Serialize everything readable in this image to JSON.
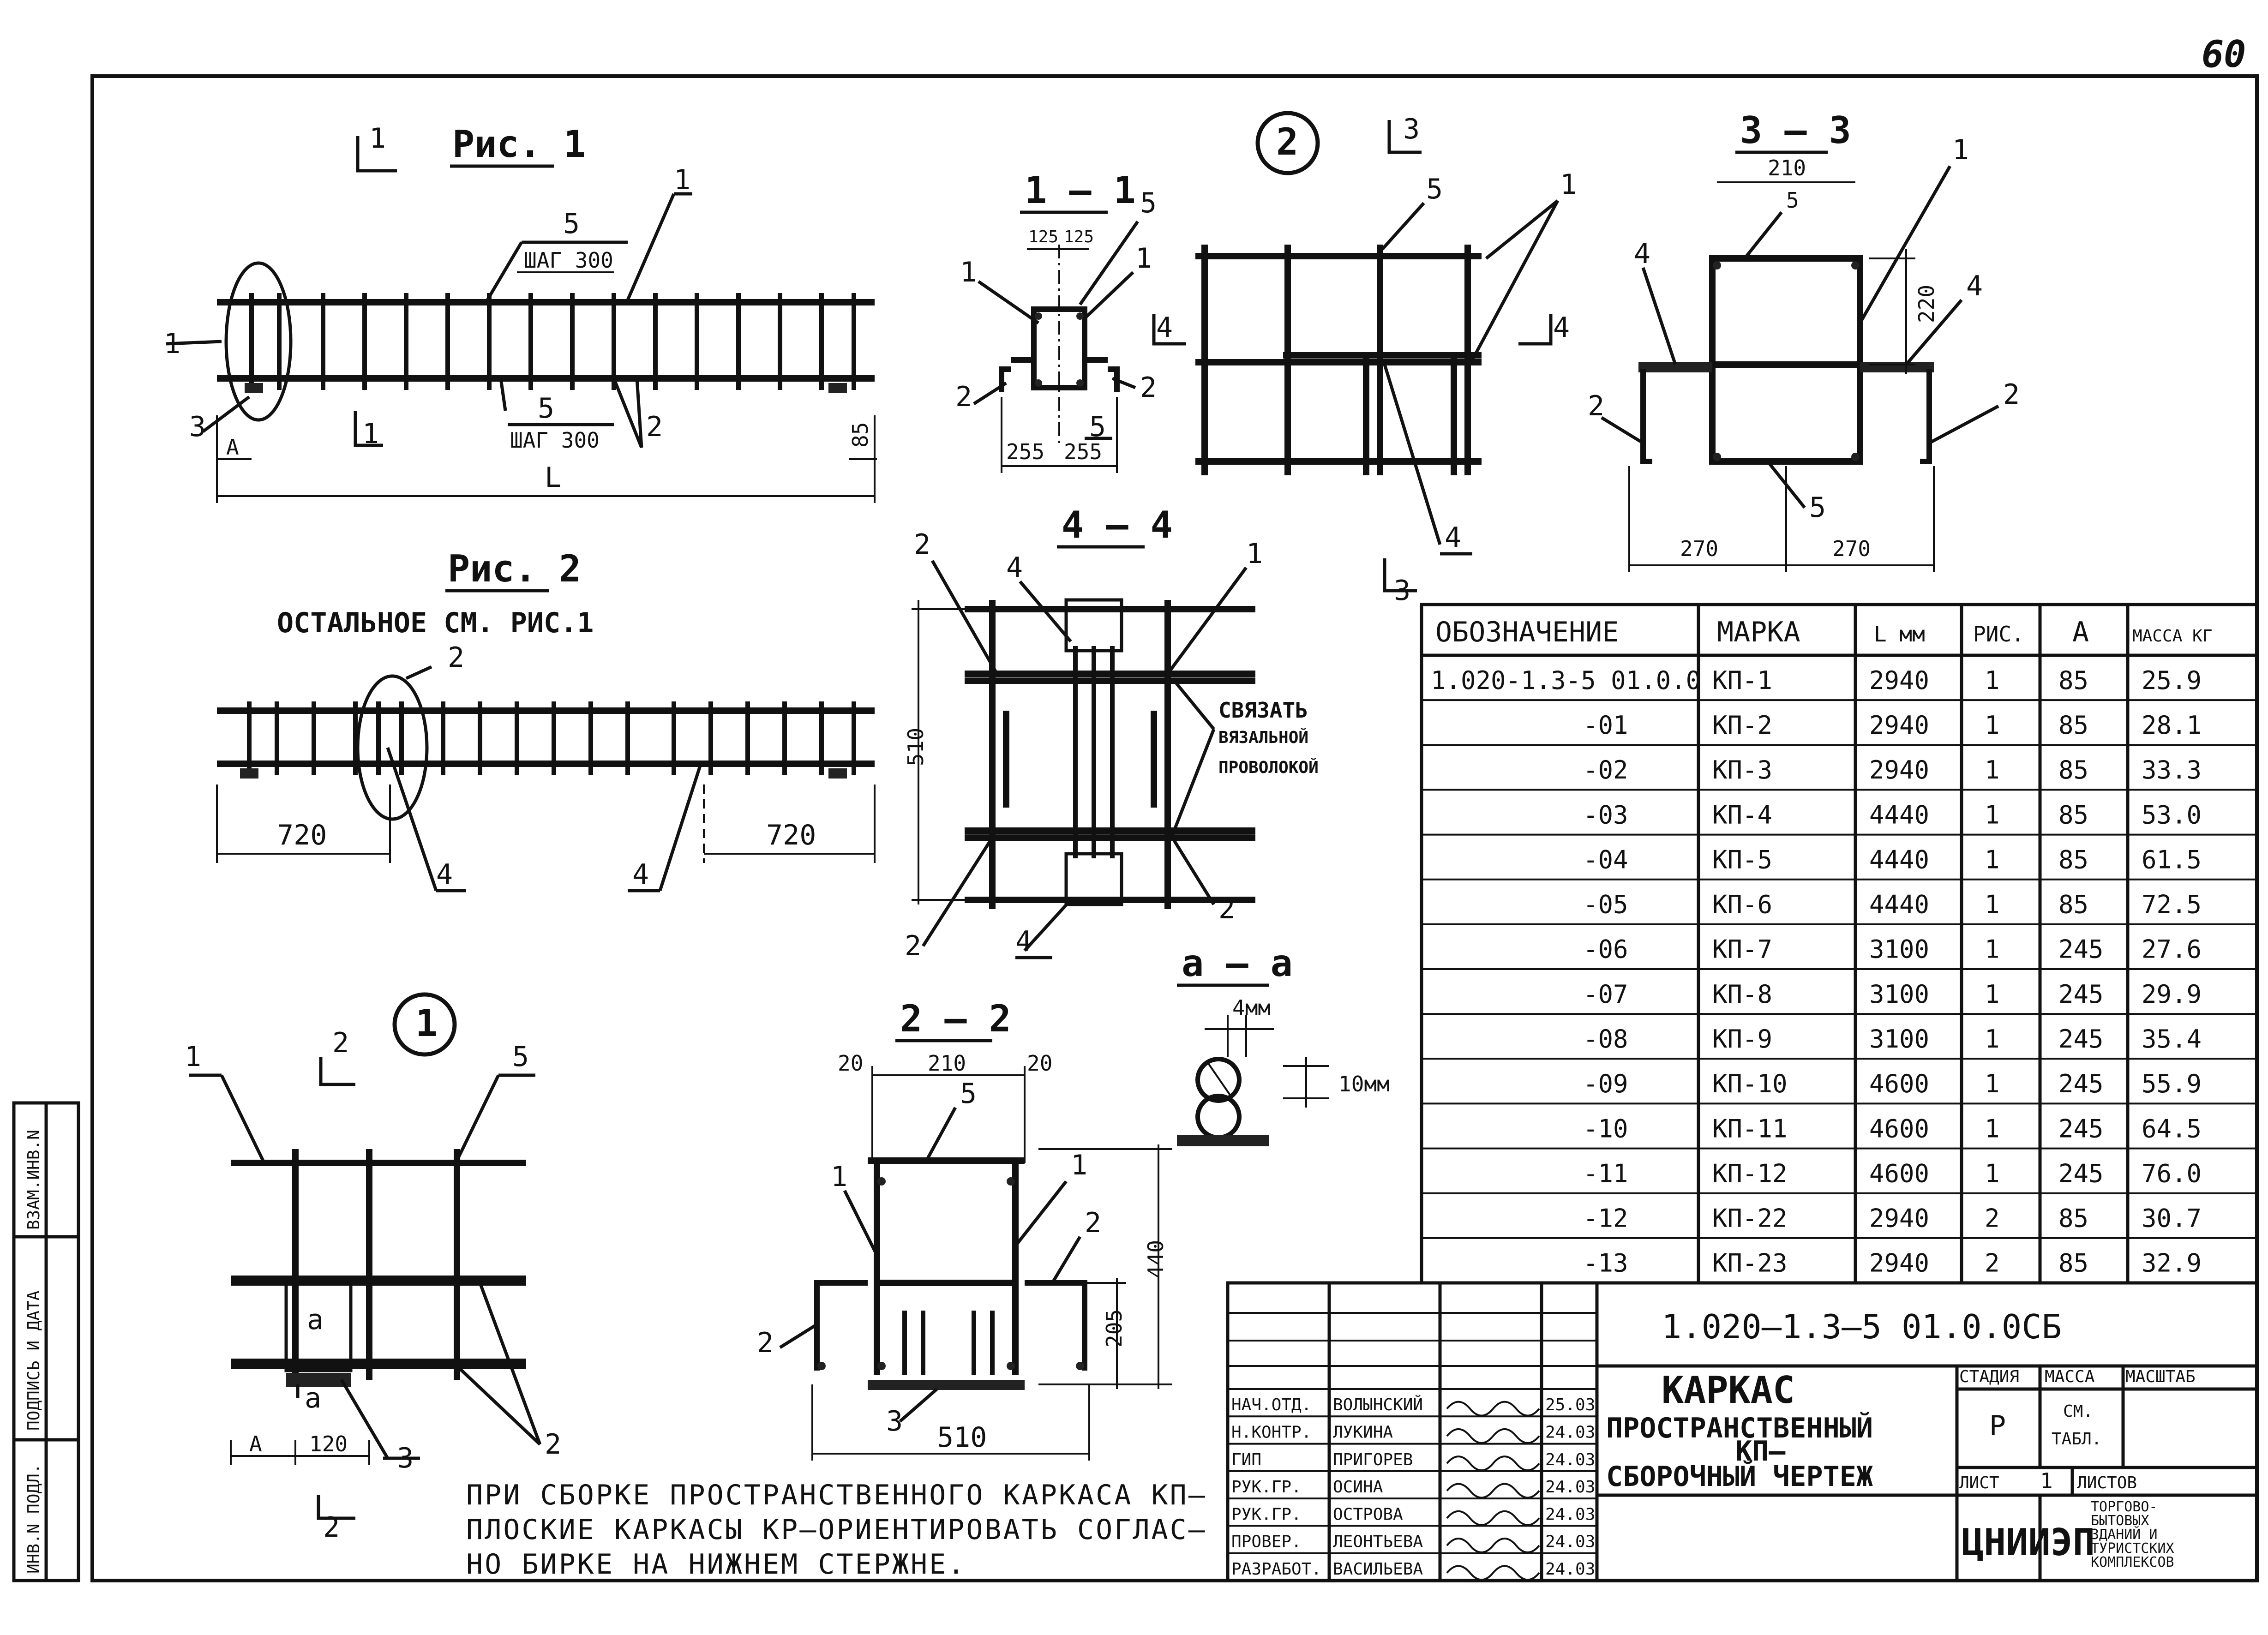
{
  "sheet_number": "60",
  "views": {
    "fig1": {
      "title": "Рис. 1",
      "label_5a": "5",
      "step_a": "ШАГ 300",
      "label_5b": "5",
      "step_b": "ШАГ 300",
      "label_1a": "1",
      "label_1b": "1",
      "label_2": "2",
      "label_3": "3",
      "dim_A": "A",
      "dim_85": "85",
      "dim_L": "L",
      "sec_mark": "1"
    },
    "fig2": {
      "title": "Рис. 2",
      "note": "ОСТАЛЬНОЕ   СМ.   РИС.1",
      "label_2": "2",
      "label_4a": "4",
      "label_4b": "4",
      "dim_720a": "720",
      "dim_720b": "720"
    },
    "sec11": {
      "title": "1 — 1",
      "d125a": "125",
      "d125b": "125",
      "d255a": "255",
      "d255b": "255",
      "l5a": "5",
      "l5b": "5",
      "l1a": "1",
      "l1b": "1",
      "l2a": "2",
      "l2b": "2"
    },
    "node2": {
      "circle": "2",
      "sec_mark": "3",
      "sec_mark4": "4",
      "sec_mark4b": "4",
      "sec_mark3b": "3",
      "l5": "5",
      "l1": "1",
      "l4": "4"
    },
    "sec33": {
      "title": "3 — 3",
      "d210": "210",
      "d220": "220",
      "d270a": "270",
      "d270b": "270",
      "l1": "1",
      "l5a": "5",
      "l5b": "5",
      "l4a": "4",
      "l4b": "4",
      "l2a": "2",
      "l2b": "2"
    },
    "sec44": {
      "title": "4 — 4",
      "d510": "510",
      "tie_note": [
        "СВЯЗАТЬ",
        "ВЯЗАЛЬНОЙ",
        "ПРОВОЛОКОЙ"
      ],
      "l2a": "2",
      "l2b": "2",
      "l2c": "2",
      "l4a": "4",
      "l4b": "4",
      "l1": "1"
    },
    "node1": {
      "circle": "1",
      "sec_mark": "2",
      "sec_mark_b": "2",
      "l1": "1",
      "l5": "5",
      "l3": "3",
      "l2": "2",
      "mark_a": "a",
      "dim_A": "A",
      "dim_120": "120"
    },
    "sec22": {
      "title": "2 — 2",
      "d20a": "20",
      "d210": "210",
      "d20b": "20",
      "d440": "440",
      "d205": "205",
      "d510": "510",
      "l5": "5",
      "l1a": "1",
      "l1b": "1",
      "l2a": "2",
      "l2b": "2",
      "l3": "3"
    },
    "secaa": {
      "title": "a — a",
      "d4": "4мм",
      "d10": "10мм"
    }
  },
  "assembly_note": [
    "ПРИ СБОРКЕ ПРОСТРАНСТВЕННОГО КАРКАСА КП–",
    "ПЛОСКИЕ КАРКАСЫ КР–ОРИЕНТИРОВАТЬ СОГЛАС–",
    "НО БИРКЕ НА НИЖНЕМ СТЕРЖНЕ."
  ],
  "spec_table": {
    "headers": [
      "ОБОЗНАЧЕНИЕ",
      "МАРКА",
      "L мм",
      "РИС.",
      "A",
      "МАССА КГ"
    ],
    "rows": [
      [
        "1.020-1.3-5 01.0.0",
        "КП-1",
        "2940",
        "1",
        "85",
        "25.9"
      ],
      [
        "-01",
        "КП-2",
        "2940",
        "1",
        "85",
        "28.1"
      ],
      [
        "-02",
        "КП-3",
        "2940",
        "1",
        "85",
        "33.3"
      ],
      [
        "-03",
        "КП-4",
        "4440",
        "1",
        "85",
        "53.0"
      ],
      [
        "-04",
        "КП-5",
        "4440",
        "1",
        "85",
        "61.5"
      ],
      [
        "-05",
        "КП-6",
        "4440",
        "1",
        "85",
        "72.5"
      ],
      [
        "-06",
        "КП-7",
        "3100",
        "1",
        "245",
        "27.6"
      ],
      [
        "-07",
        "КП-8",
        "3100",
        "1",
        "245",
        "29.9"
      ],
      [
        "-08",
        "КП-9",
        "3100",
        "1",
        "245",
        "35.4"
      ],
      [
        "-09",
        "КП-10",
        "4600",
        "1",
        "245",
        "55.9"
      ],
      [
        "-10",
        "КП-11",
        "4600",
        "1",
        "245",
        "64.5"
      ],
      [
        "-11",
        "КП-12",
        "4600",
        "1",
        "245",
        "76.0"
      ],
      [
        "-12",
        "КП-22",
        "2940",
        "2",
        "85",
        "30.7"
      ],
      [
        "-13",
        "КП-23",
        "2940",
        "2",
        "85",
        "32.9"
      ]
    ]
  },
  "title_block": {
    "code": "1.020–1.3–5 01.0.0СБ",
    "name": [
      "КАРКАС",
      "ПРОСТРАНСТВЕННЫЙ",
      "КП–",
      "СБОРОЧНЫЙ ЧЕРТЕЖ"
    ],
    "stage_header": "СТАДИЯ",
    "mass_header": "МАССА",
    "scale_header": "МАСШТАБ",
    "stage": "Р",
    "mass": [
      "СМ.",
      "ТАБЛ."
    ],
    "sheet_label": "ЛИСТ",
    "sheet_no": "1",
    "sheets_label": "ЛИСТОВ",
    "org": "ЦНИИЭП",
    "org_desc": [
      "ТОРГОВО-",
      "БЫТОВЫХ",
      "ЗДАНИЙ И",
      "ТУРИСТСКИХ",
      "КОМПЛЕКСОВ"
    ],
    "staff": [
      {
        "role": "НАЧ.ОТД.",
        "name": "ВОЛЫНСКИЙ",
        "date": "25.03"
      },
      {
        "role": "Н.КОНТР.",
        "name": "ЛУКИНА",
        "date": "24.03"
      },
      {
        "role": "ГИП",
        "name": "ПРИГОРЕВ",
        "date": "24.03"
      },
      {
        "role": "РУК.ГР.",
        "name": "ОСИНА",
        "date": "24.03"
      },
      {
        "role": "РУК.ГР.",
        "name": "ОСТРОВА",
        "date": "24.03"
      },
      {
        "role": "ПРОВЕР.",
        "name": "ЛЕОНТЬЕВА",
        "date": "24.03"
      },
      {
        "role": "РАЗРАБОТ.",
        "name": "ВАСИЛЬЕВА",
        "date": "24.03"
      }
    ]
  },
  "side_stamp": [
    "ИНВ.N ПОДЛ.",
    "ПОДПИСЬ И ДАТА",
    "ВЗАМ.ИНВ.N"
  ]
}
